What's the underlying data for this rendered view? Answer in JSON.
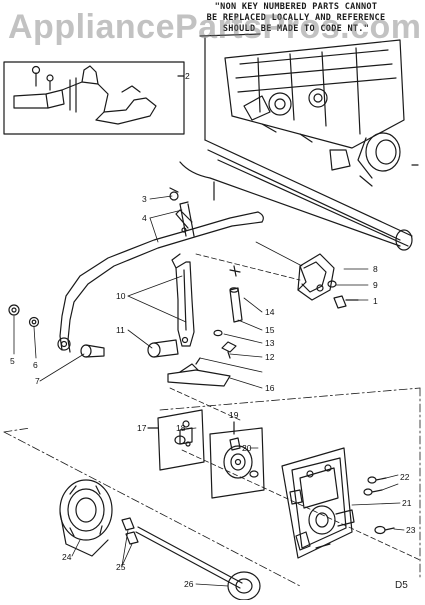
{
  "note_lines": [
    "\"NON KEY NUMBERED PARTS CANNOT",
    "BE REPLACED LOCALLY AND REFERENCE",
    "SHOULD BE MADE TO CODE NT.\""
  ],
  "watermark": "AppliancePartsPros.com",
  "diagram_code": "D5",
  "callouts": [
    "1",
    "2",
    "3",
    "4",
    "5",
    "6",
    "7",
    "8",
    "9",
    "10",
    "11",
    "12",
    "13",
    "14",
    "15",
    "16",
    "17",
    "18",
    "19",
    "20",
    "21",
    "22",
    "23",
    "24",
    "25",
    "26"
  ],
  "colors": {
    "ink": "#1a1a1a",
    "paper": "#ffffff",
    "watermark": "#9a9a9a"
  }
}
